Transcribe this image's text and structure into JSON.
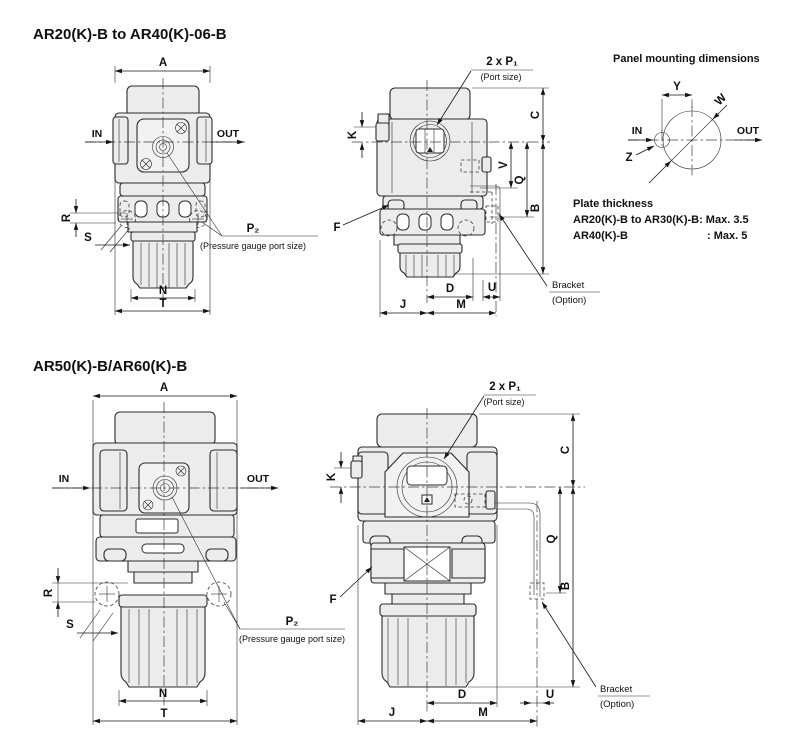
{
  "page": {
    "background": "#ffffff",
    "line_color": "#2b2b2b",
    "part_fill": "#ececec"
  },
  "section1": {
    "title": "AR20(K)-B to AR40(K)-06-B",
    "front": {
      "dim_a": "A",
      "dim_r": "R",
      "dim_s": "S",
      "dim_n": "N",
      "dim_t": "T",
      "label_in": "IN",
      "label_out": "OUT",
      "p2_label": "P₂",
      "p2_note": "(Pressure gauge port size)"
    },
    "side": {
      "p1_label": "2 x P₁",
      "p1_note": "(Port size)",
      "dim_k": "K",
      "dim_c": "C",
      "dim_v": "V",
      "dim_q": "Q",
      "dim_b": "B",
      "dim_f": "F",
      "dim_d": "D",
      "dim_u": "U",
      "dim_j": "J",
      "dim_m": "M",
      "bracket_label": "Bracket",
      "bracket_note": "(Option)"
    },
    "panel": {
      "title": "Panel mounting dimensions",
      "dim_y": "Y",
      "dim_w": "W",
      "dim_z": "Z",
      "label_in": "IN",
      "label_out": "OUT"
    },
    "plate": {
      "title": "Plate thickness",
      "row1": "AR20(K)-B to AR30(K)-B: Max. 3.5",
      "row2_label": "AR40(K)-B",
      "row2_value": ": Max. 5"
    }
  },
  "section2": {
    "title": "AR50(K)-B/AR60(K)-B",
    "front": {
      "dim_a": "A",
      "dim_r": "R",
      "dim_s": "S",
      "dim_n": "N",
      "dim_t": "T",
      "label_in": "IN",
      "label_out": "OUT",
      "p2_label": "P₂",
      "p2_note": "(Pressure gauge port size)"
    },
    "side": {
      "p1_label": "2 x P₁",
      "p1_note": "(Port size)",
      "dim_k": "K",
      "dim_c": "C",
      "dim_q": "Q",
      "dim_b": "B",
      "dim_f": "F",
      "dim_d": "D",
      "dim_u": "U",
      "dim_j": "J",
      "dim_m": "M",
      "bracket_label": "Bracket",
      "bracket_note": "(Option)"
    }
  }
}
